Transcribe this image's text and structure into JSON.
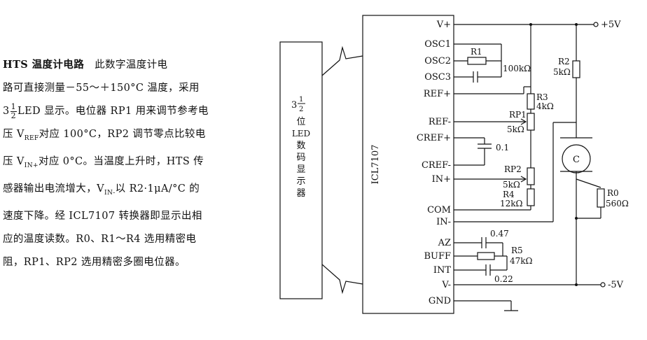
{
  "description": {
    "title": "HTS 温度计电路",
    "line1_rest": "此数字温度计电",
    "line2": "路可直接测量－55～＋150°C 温度，采用",
    "line3_pre": "3",
    "line3_num": "1",
    "line3_den": "2",
    "line3_post": "LED 显示。电位器 RP1 用来调节参考电",
    "line4_pre": "压 V",
    "line4_sub": "REF",
    "line4_post": "对应 100°C，RP2 调节零点比较电",
    "line5_pre": "压 V",
    "line5_sub": "IN+",
    "line5_post": "对应 0°C。当温度上升时，HTS 传",
    "line6_pre": "感器输出电流增大，V",
    "line6_sub": "IN-",
    "line6_post": "以 R2·1μA/°C 的",
    "line7": "速度下降。经 ICL7107 转换器即显示出相",
    "line8": "应的温度读数。R0、R1～R4 选用精密电",
    "line9": "阻，RP1、RP2 选用精密多圈电位器。"
  },
  "display": {
    "digit": "3",
    "frac_num": "1",
    "frac_den": "2",
    "char1": "位",
    "char2": "LED",
    "char3": "数",
    "char4": "码",
    "char5": "显",
    "char6": "示",
    "char7": "器"
  },
  "chip": {
    "name": "ICL7107",
    "pins": {
      "vplus": "V+",
      "osc1": "OSC1",
      "osc2": "OSC2",
      "osc3": "OSC3",
      "refplus": "REF+",
      "refminus": "REF-",
      "crefplus": "CREF+",
      "crefminus": "CREF-",
      "inplus": "IN+",
      "com": "COM",
      "inminus": "IN-",
      "az": "AZ",
      "buff": "BUFF",
      "int": "INT",
      "vminus": "V-",
      "gnd": "GND"
    }
  },
  "components": {
    "r1": "R1",
    "r1_val": "100kΩ",
    "r2": "R2",
    "r2_val": "5kΩ",
    "r3": "R3",
    "r3_val": "4kΩ",
    "rp1": "RP1",
    "rp1_val": "5kΩ",
    "cref_val": "0.1",
    "rp2": "RP2",
    "rp2_val": "5kΩ",
    "r4": "R4",
    "r4_val": "12kΩ",
    "caz_val": "0.47",
    "r5": "R5",
    "r5_val": "47kΩ",
    "cint_val": "0.22",
    "sensor": "C",
    "r0": "R0",
    "r0_val": "560Ω"
  },
  "supply": {
    "pos": "+5V",
    "neg": "-5V"
  }
}
